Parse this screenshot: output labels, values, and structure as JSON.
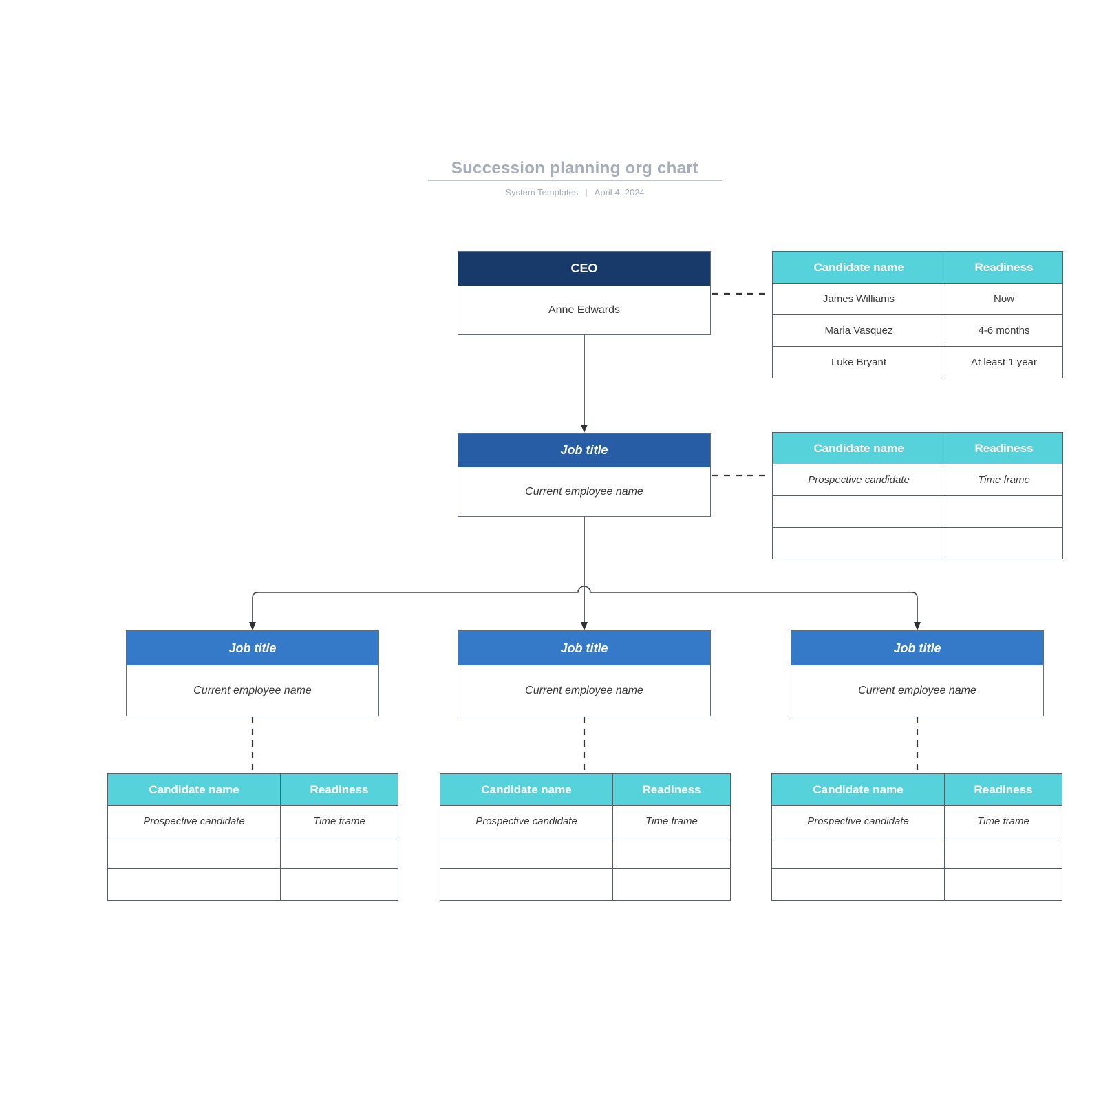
{
  "header": {
    "title": "Succession planning org chart",
    "byline": "System Templates",
    "separator": "|",
    "date": "April 4, 2024"
  },
  "colors": {
    "ceo_header": "#173a6b",
    "manager_header": "#265da5",
    "child_header": "#357ac8",
    "table_header": "#56d2da",
    "title_gray": "#a6adb8"
  },
  "nodes": {
    "ceo": {
      "title": "CEO",
      "employee": "Anne Edwards"
    },
    "manager": {
      "title": "Job title",
      "employee": "Current employee name"
    },
    "child1": {
      "title": "Job title",
      "employee": "Current employee name"
    },
    "child2": {
      "title": "Job title",
      "employee": "Current employee name"
    },
    "child3": {
      "title": "Job title",
      "employee": "Current employee name"
    }
  },
  "table_headers": {
    "candidate": "Candidate name",
    "readiness": "Readiness"
  },
  "tables": {
    "ceo": {
      "rows": [
        [
          "James Williams",
          "Now"
        ],
        [
          "Maria Vasquez",
          "4-6 months"
        ],
        [
          "Luke Bryant",
          "At least 1 year"
        ]
      ]
    },
    "manager": {
      "rows": [
        [
          "Prospective candidate",
          "Time frame"
        ],
        [
          "",
          ""
        ],
        [
          "",
          ""
        ]
      ]
    },
    "child1": {
      "rows": [
        [
          "Prospective candidate",
          "Time frame"
        ],
        [
          "",
          ""
        ],
        [
          "",
          ""
        ]
      ]
    },
    "child2": {
      "rows": [
        [
          "Prospective candidate",
          "Time frame"
        ],
        [
          "",
          ""
        ],
        [
          "",
          ""
        ]
      ]
    },
    "child3": {
      "rows": [
        [
          "Prospective candidate",
          "Time frame"
        ],
        [
          "",
          ""
        ],
        [
          "",
          ""
        ]
      ]
    }
  }
}
